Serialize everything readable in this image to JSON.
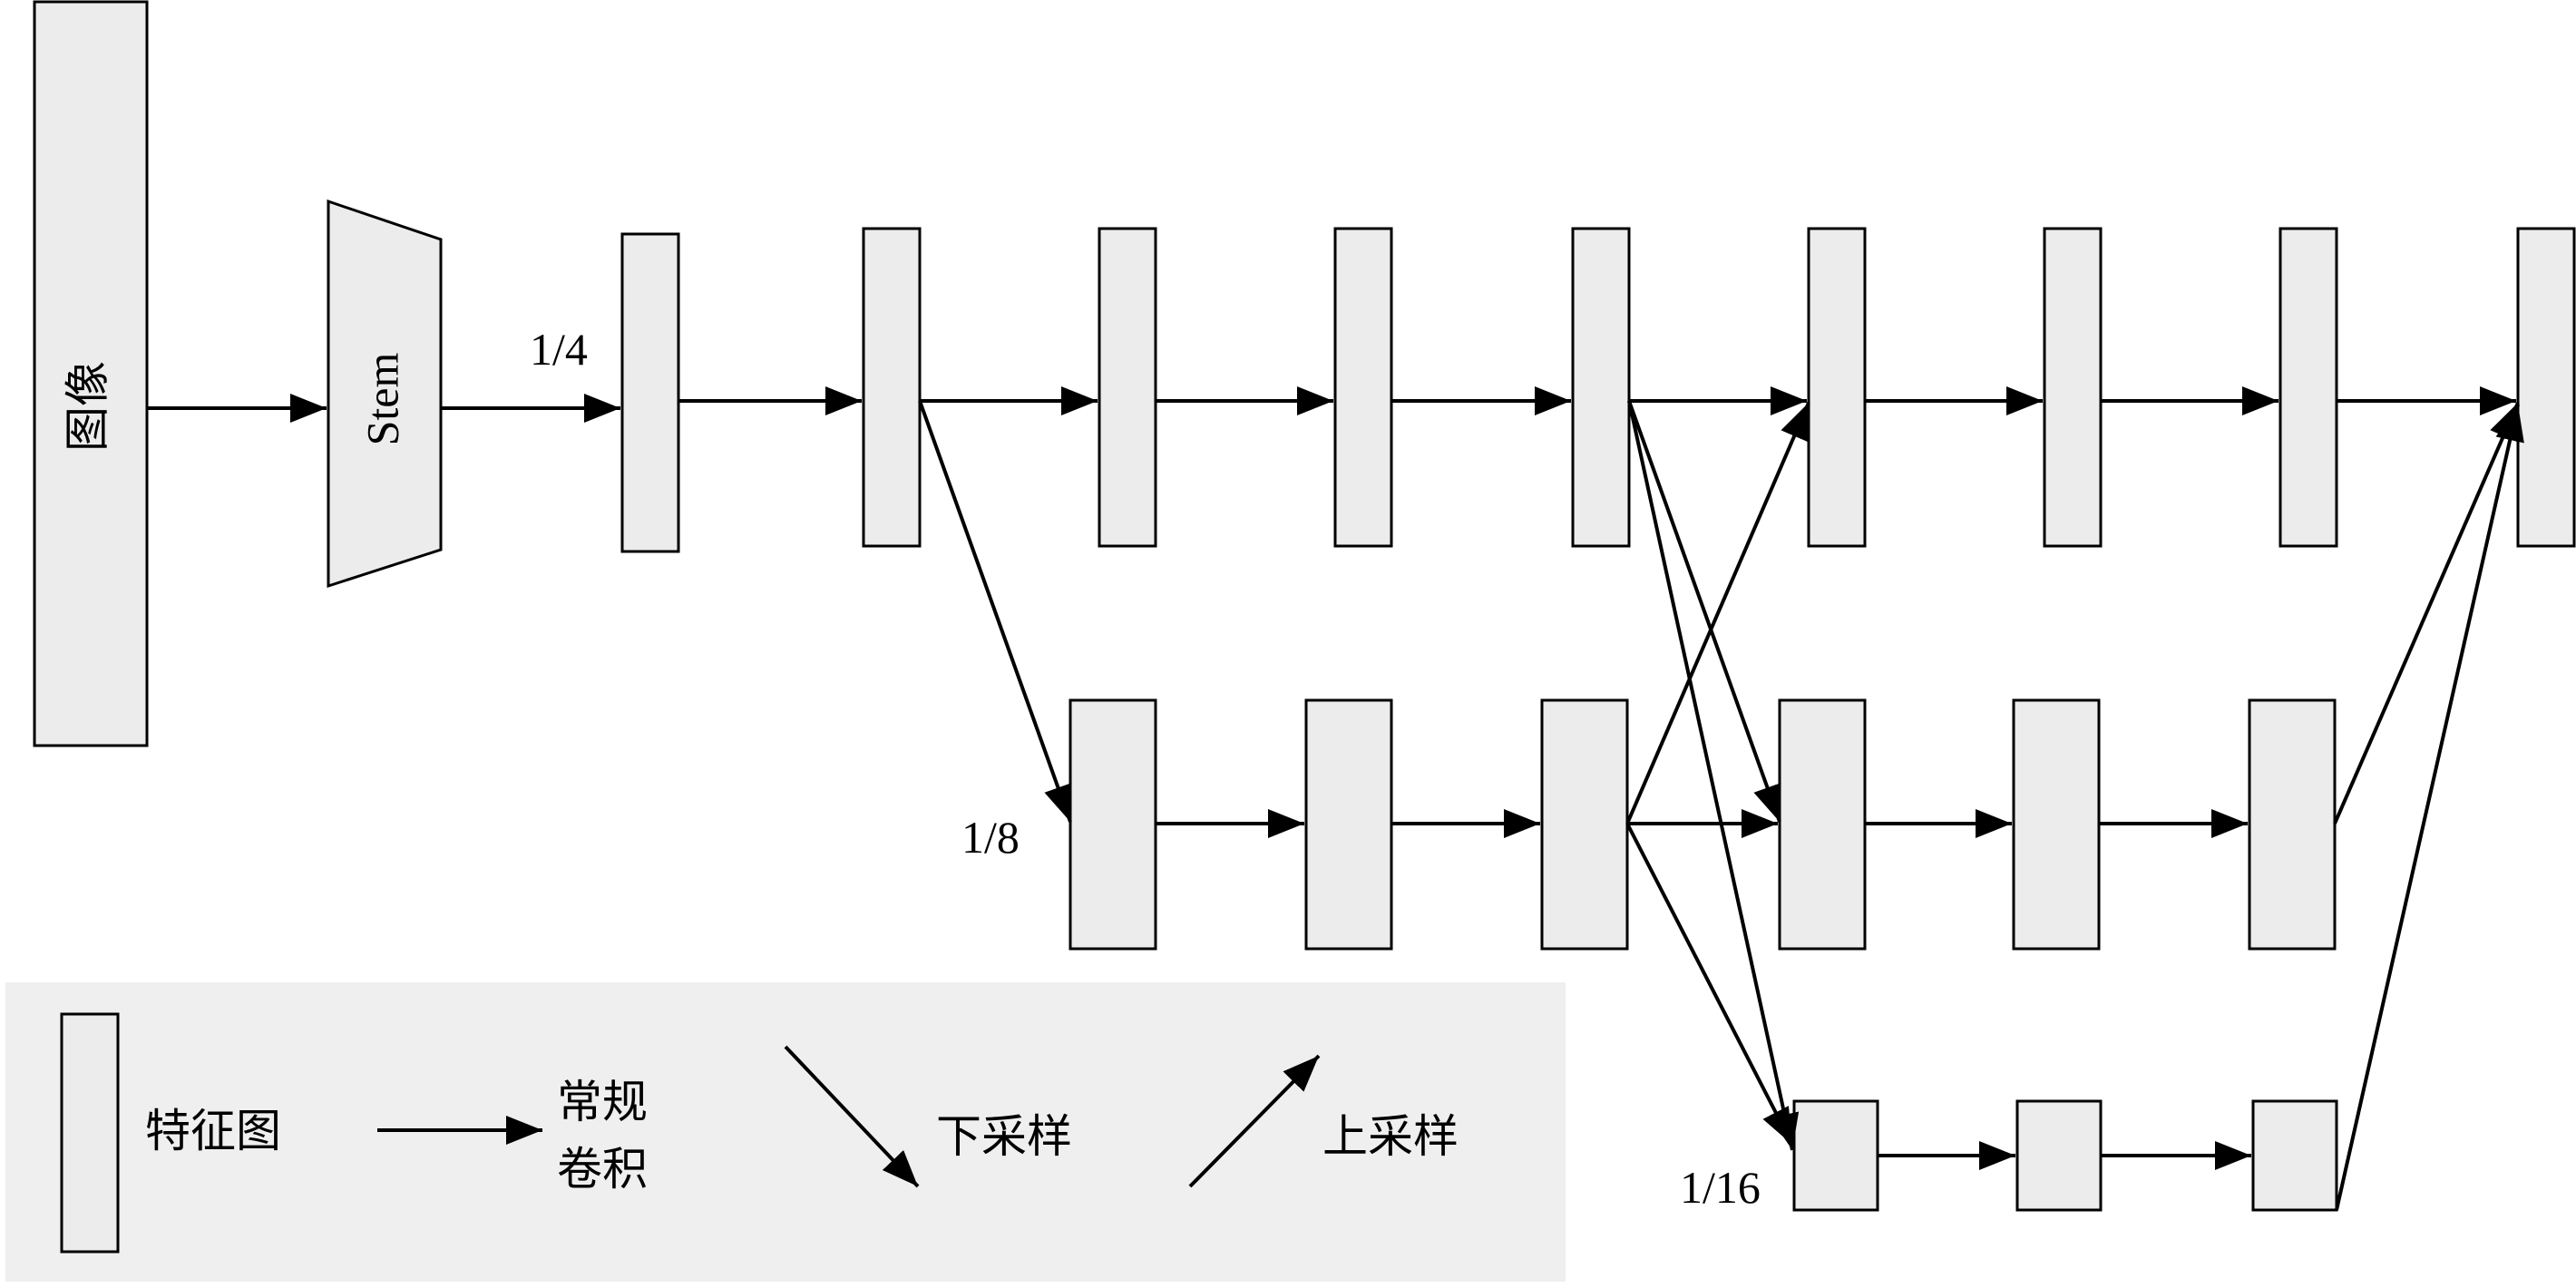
{
  "input_label": "图像",
  "stem_label": "Stem",
  "scales": {
    "quarter": "1/4",
    "eighth": "1/8",
    "sixteenth": "1/16"
  },
  "legend": {
    "feature_map": "特征图",
    "conv_line1": "常规",
    "conv_line2": "卷积",
    "downsample": "下采样",
    "upsample": "上采样"
  },
  "colors": {
    "box_fill": "#ececec",
    "legend_bg": "#efefef",
    "stroke": "#000000"
  }
}
